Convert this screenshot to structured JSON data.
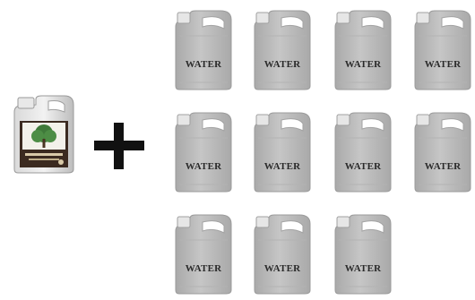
{
  "water_label": "WATER",
  "water_jug_count": 11,
  "product_brand_mark": "tree-logo",
  "colors": {
    "jug_body": "#c6c6c6",
    "jug_shadow": "#a9a9a9",
    "jug_highlight": "#e6e6e6",
    "operator": "#111111",
    "product_label": "#3b2a20",
    "product_tree": "#3f7a3a"
  },
  "operator_symbol": "plus-sign"
}
